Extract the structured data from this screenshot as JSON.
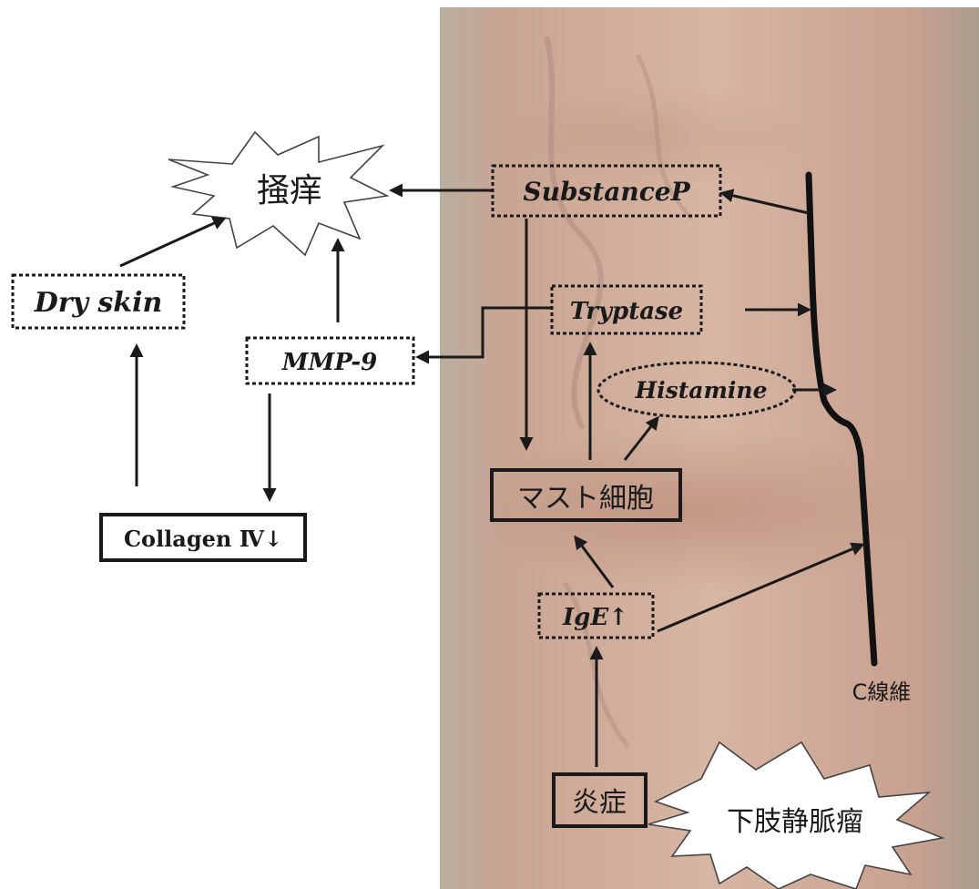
{
  "nodes": {
    "itch": "掻痒",
    "substance_p": "SubstanceP",
    "dry_skin": "Dry skin",
    "mmp9": "MMP-9",
    "tryptase": "Tryptase",
    "histamine": "Histamine",
    "mast_cell": "マスト細胞",
    "collagen": "Collagen Ⅳ↓",
    "ige": "IgE↑",
    "inflammation": "炎症",
    "varicose": "下肢静脈瘤",
    "c_fiber": "C線維"
  },
  "colors": {
    "skin_light": "#d9b7a6",
    "skin_mid": "#c99a86",
    "skin_dark": "#a87864",
    "ink": "#1a1a1a"
  }
}
